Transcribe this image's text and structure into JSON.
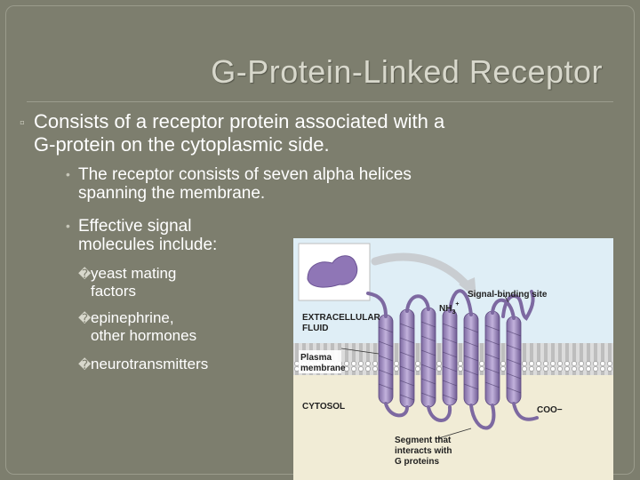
{
  "slide": {
    "title": "G-Protein-Linked Receptor",
    "bullet_main": {
      "line1": "Consists of a receptor protein associated with a",
      "line2": "G-protein on the cytoplasmic side."
    },
    "sub_bullets": [
      {
        "lines": [
          "The receptor consists of seven alpha helices",
          "spanning the membrane."
        ]
      },
      {
        "lines": [
          "Effective signal",
          "molecules include:"
        ]
      }
    ],
    "sub_sub_bullets": [
      {
        "lines": [
          "yeast mating",
          "factors"
        ]
      },
      {
        "lines": [
          "epinephrine,",
          "other hormones"
        ]
      },
      {
        "lines": [
          "neurotransmitters"
        ]
      }
    ],
    "bullet_glyphs": {
      "main": "▫",
      "sub": "•",
      "subsub": "�"
    }
  },
  "figure": {
    "labels": {
      "signal_binding_site": "Signal-binding site",
      "nh3": "NH",
      "nh3_sub": "3",
      "nh3_sup": "+",
      "extracellular_1": "EXTRACELLULAR",
      "extracellular_2": "FLUID",
      "plasma_1": "Plasma",
      "plasma_2": "membrane",
      "cytosol": "CYTOSOL",
      "coo": "COO−",
      "segment_1": "Segment that",
      "segment_2": "interacts with",
      "segment_3": "G proteins"
    },
    "colors": {
      "extracellular": "#dfeef6",
      "cytosol": "#f1ecd6",
      "membrane_head": "#ffffff",
      "membrane_tail": "#c8c8c8",
      "helix": "#9a86b8",
      "signal_molecule": "#8f76b6",
      "arrow": "#c9cdd1"
    }
  }
}
